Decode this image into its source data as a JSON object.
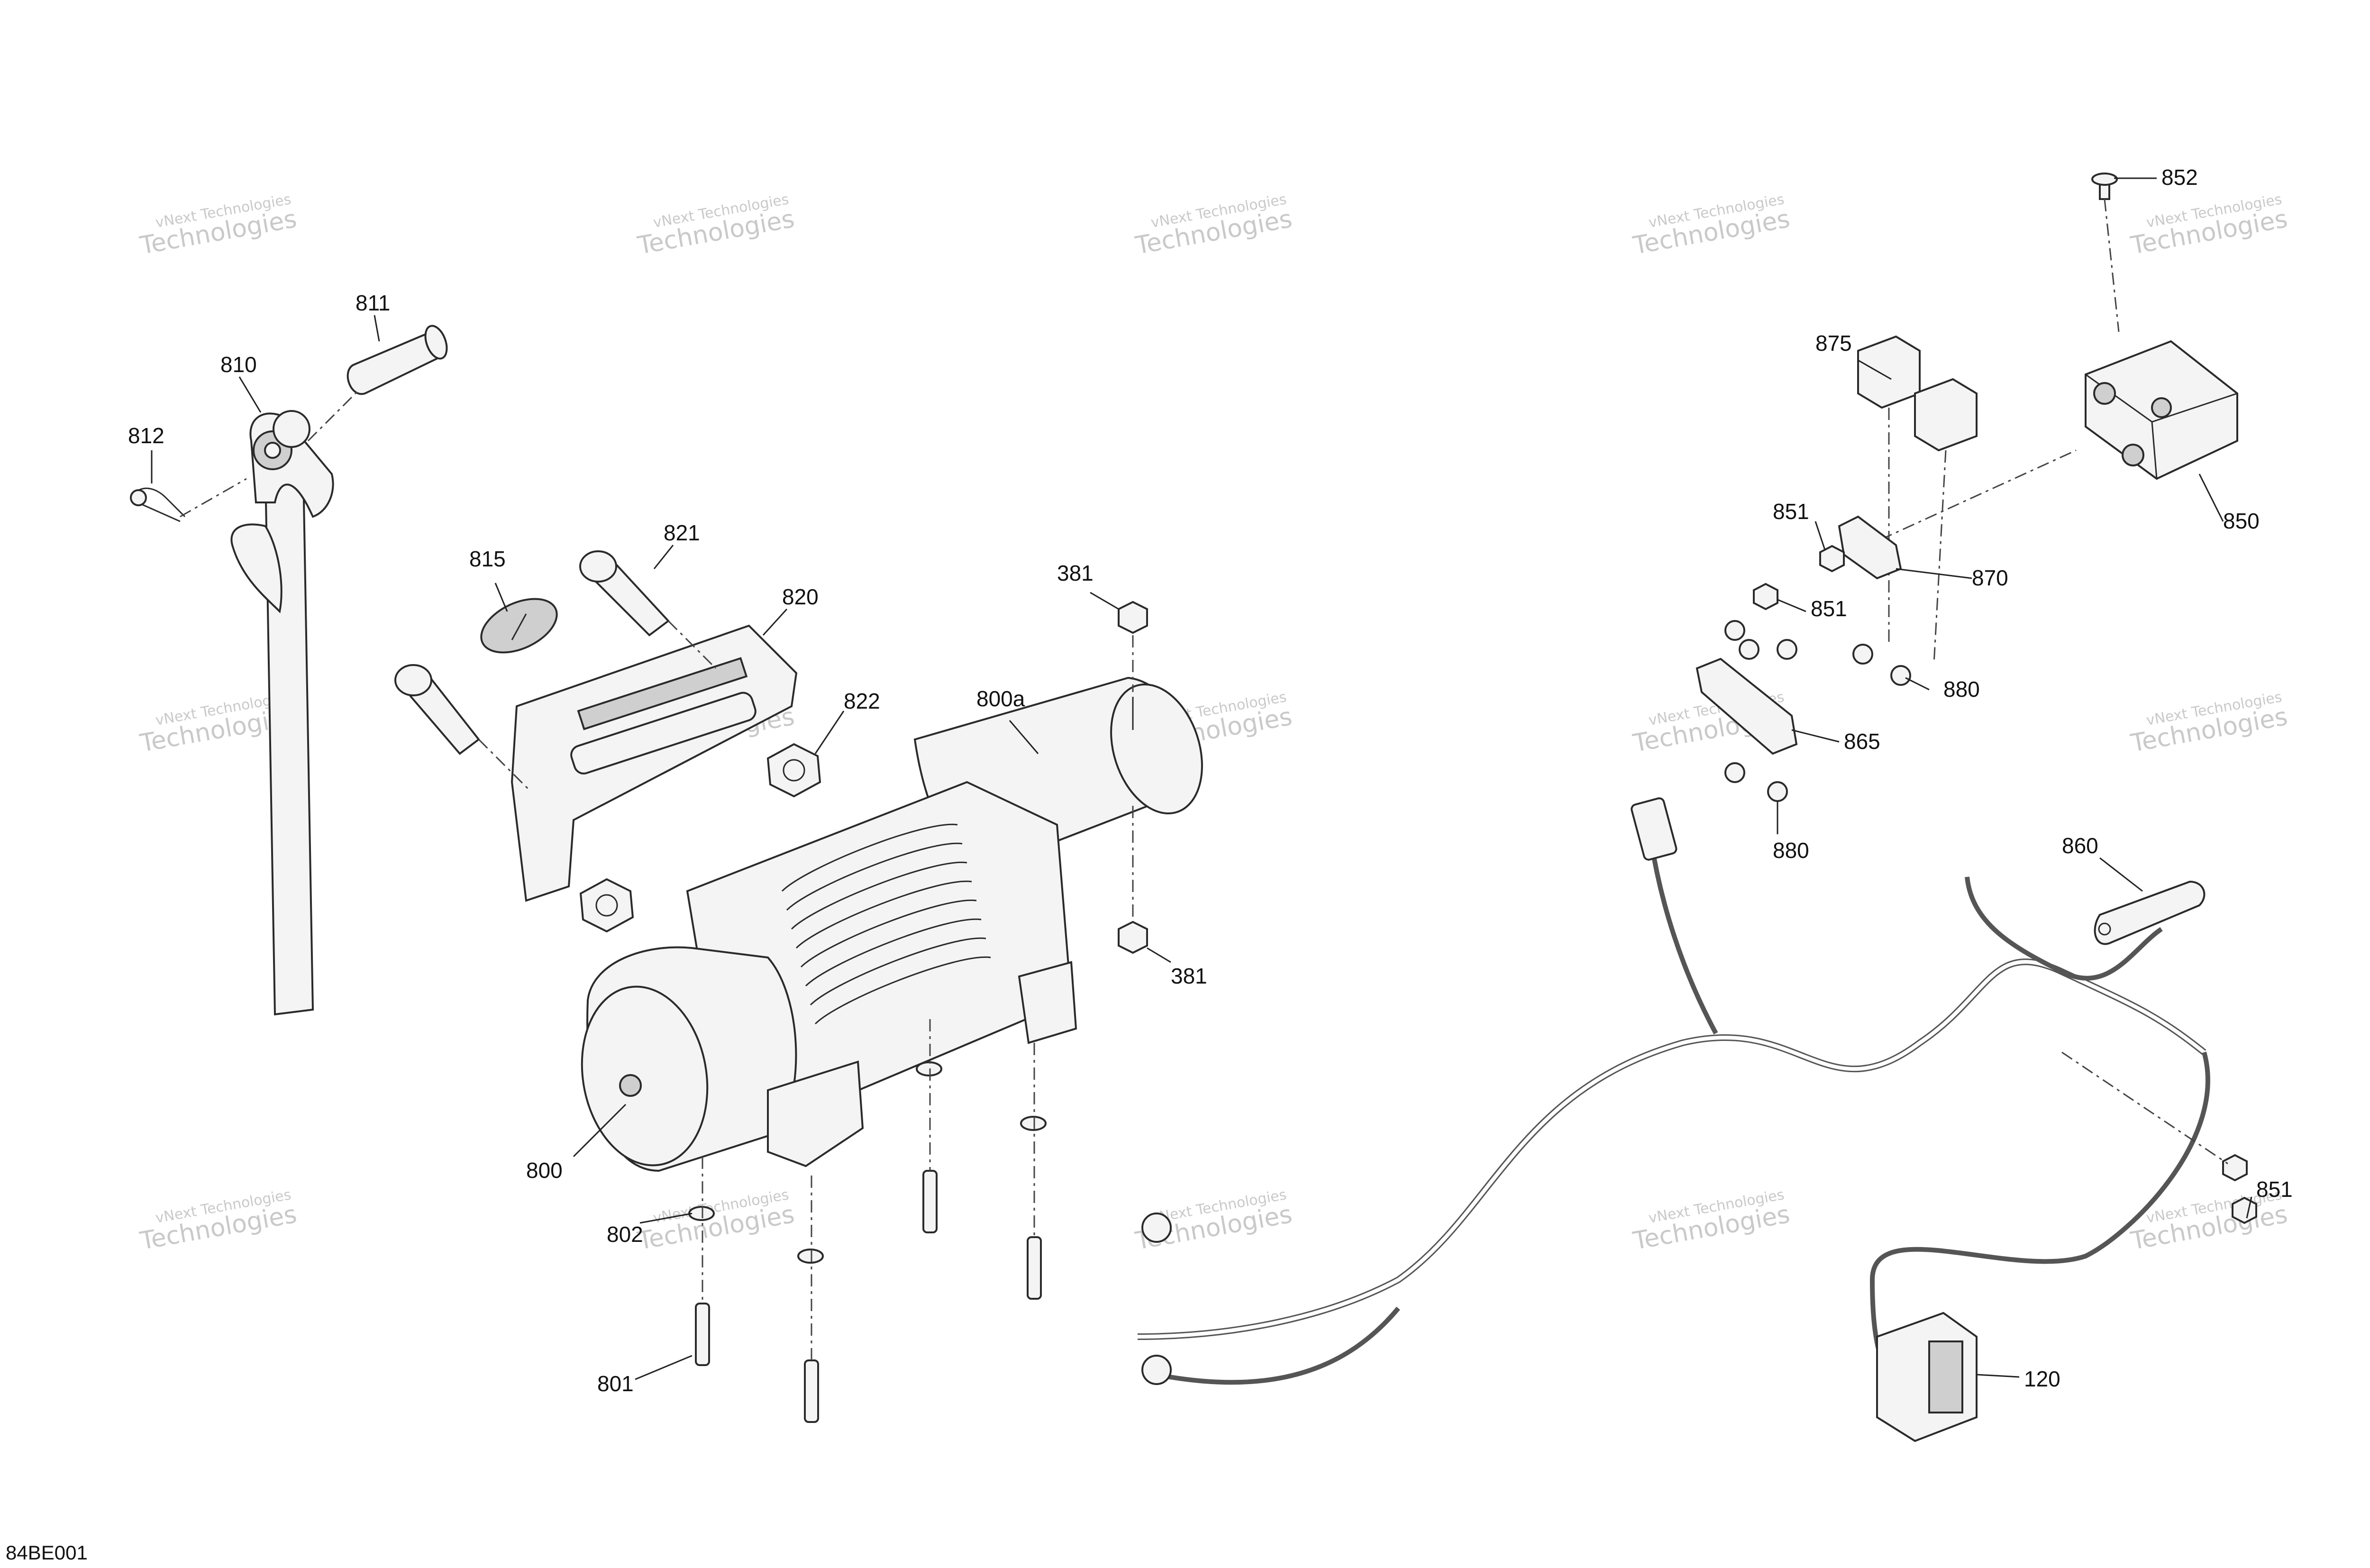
{
  "diagram_code": "84BE001",
  "watermark": {
    "line1": "vNext Technologies",
    "line2": "Technologies"
  },
  "callouts": {
    "c811": "811",
    "c810": "810",
    "c812": "812",
    "c815": "815",
    "c821": "821",
    "c820": "820",
    "c822": "822",
    "c381a": "381",
    "c800a": "800a",
    "c381b": "381",
    "c800": "800",
    "c802": "802",
    "c801": "801",
    "c852": "852",
    "c875": "875",
    "c850": "850",
    "c851a": "851",
    "c851b": "851",
    "c870": "870",
    "c880a": "880",
    "c865": "865",
    "c880b": "880",
    "c860": "860",
    "c851c": "851",
    "c120": "120"
  }
}
